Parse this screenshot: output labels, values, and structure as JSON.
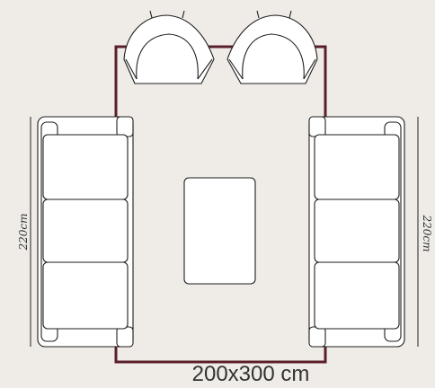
{
  "labels": {
    "left_dimension": "220cm",
    "right_dimension": "220cm",
    "rug_size": "200x300 cm"
  },
  "colors": {
    "background": "#efece7",
    "rug_outline": "#5a1f2a",
    "furniture_fill": "#ffffff",
    "furniture_stroke": "#1e1e1e"
  }
}
